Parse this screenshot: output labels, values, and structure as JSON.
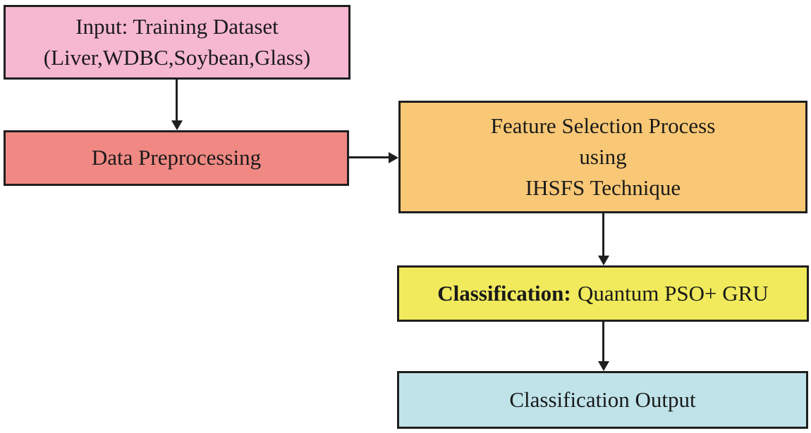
{
  "diagram": {
    "type": "flowchart",
    "nodes": {
      "input": {
        "line1": "Input: Training Dataset",
        "line2": "(Liver,WDBC,Soybean,Glass)",
        "bg": "#F6B7D0"
      },
      "preprocessing": {
        "label": "Data Preprocessing",
        "bg": "#F08883"
      },
      "feature_selection": {
        "line1": "Feature Selection Process",
        "line2": "using",
        "line3": "IHSFS Technique",
        "bg": "#F9C876"
      },
      "classification": {
        "label_bold": "Classification:",
        "label_rest": "Quantum PSO+ GRU",
        "bg": "#F0EA5C"
      },
      "output": {
        "label": "Classification Output",
        "bg": "#C0E3EA"
      }
    },
    "edges": [
      {
        "from": "input",
        "to": "preprocessing",
        "direction": "down"
      },
      {
        "from": "preprocessing",
        "to": "feature_selection",
        "direction": "right"
      },
      {
        "from": "feature_selection",
        "to": "classification",
        "direction": "down"
      },
      {
        "from": "classification",
        "to": "output",
        "direction": "down"
      }
    ],
    "colors": {
      "border": "#1F1F1F",
      "text": "#1A1A1A",
      "page_background": "#FFFFFF"
    }
  }
}
